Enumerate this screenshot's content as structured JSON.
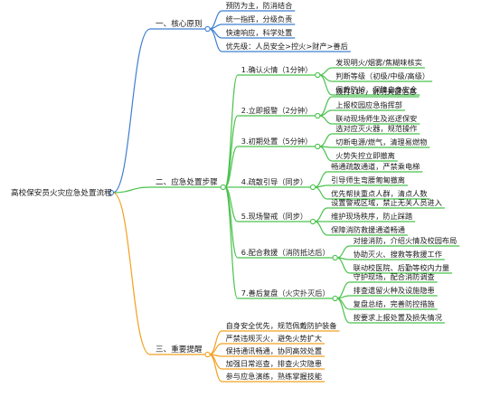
{
  "root": "高校保安员火灾应急处置流程",
  "colors": {
    "blue": "#3f7fd0",
    "green": "#49c24c",
    "orange": "#f2a020",
    "node_fill": "#ffffff"
  },
  "branches": [
    {
      "label": "一、核心原则",
      "color": "blue",
      "items": [
        {
          "label": "预防为主，防消结合"
        },
        {
          "label": "统一指挥，分级负责"
        },
        {
          "label": "快速响应，科学处置"
        },
        {
          "label": "优先级：人员安全>控火>财产>善后"
        }
      ]
    },
    {
      "label": "二、应急处置步骤",
      "color": "green",
      "items": [
        {
          "label": "1.确认火情（1分钟）",
          "children": [
            "发现明火/烟雾/焦糊味核实",
            "判断等级（初级/中级/高级）",
            "佩戴防护，保障自身安全"
          ]
        },
        {
          "label": "2.立即报警（2分钟）",
          "children": [
            "拨打119，说明关键信息",
            "上报校园应急指挥部",
            "联动现场师生及巡逻保安"
          ]
        },
        {
          "label": "3.初期处置（5分钟）",
          "children": [
            "选对应灭火器，规范操作",
            "切断电源/燃气，清理易燃物",
            "火势失控立即撤离"
          ]
        },
        {
          "label": "4.疏散引导（同步）",
          "children": [
            "畅通疏散通道，严禁乘电梯",
            "引导师生弯腰匍匐撤离",
            "优先帮扶重点人群，清点人数"
          ]
        },
        {
          "label": "5.现场警戒（同步）",
          "children": [
            "设置警戒区域，禁止无关人员进入",
            "维护现场秩序，防止踩踏",
            "保障消防救援通道畅通"
          ]
        },
        {
          "label": "6.配合救援（消防抵达后）",
          "children": [
            "对接消防，介绍火情及校园布局",
            "协助灭火、搜救等救援工作",
            "联动校医院、后勤等校内力量"
          ]
        },
        {
          "label": "7.善后复盘（火灾扑灭后）",
          "children": [
            "守护现场，配合消防调查",
            "排查遗留火种及设施隐患",
            "复盘总结，完善防控措施",
            "按要求上报处置及损失情况"
          ]
        }
      ]
    },
    {
      "label": "三、重要提醒",
      "color": "orange",
      "items": [
        {
          "label": "自身安全优先，规范佩戴防护装备"
        },
        {
          "label": "严禁违规灭火，避免火势扩大"
        },
        {
          "label": "保持通讯畅通，协同高效处置"
        },
        {
          "label": "加强日常巡查，排查火灾隐患"
        },
        {
          "label": "参与应急演练，熟练掌握技能"
        }
      ]
    }
  ]
}
